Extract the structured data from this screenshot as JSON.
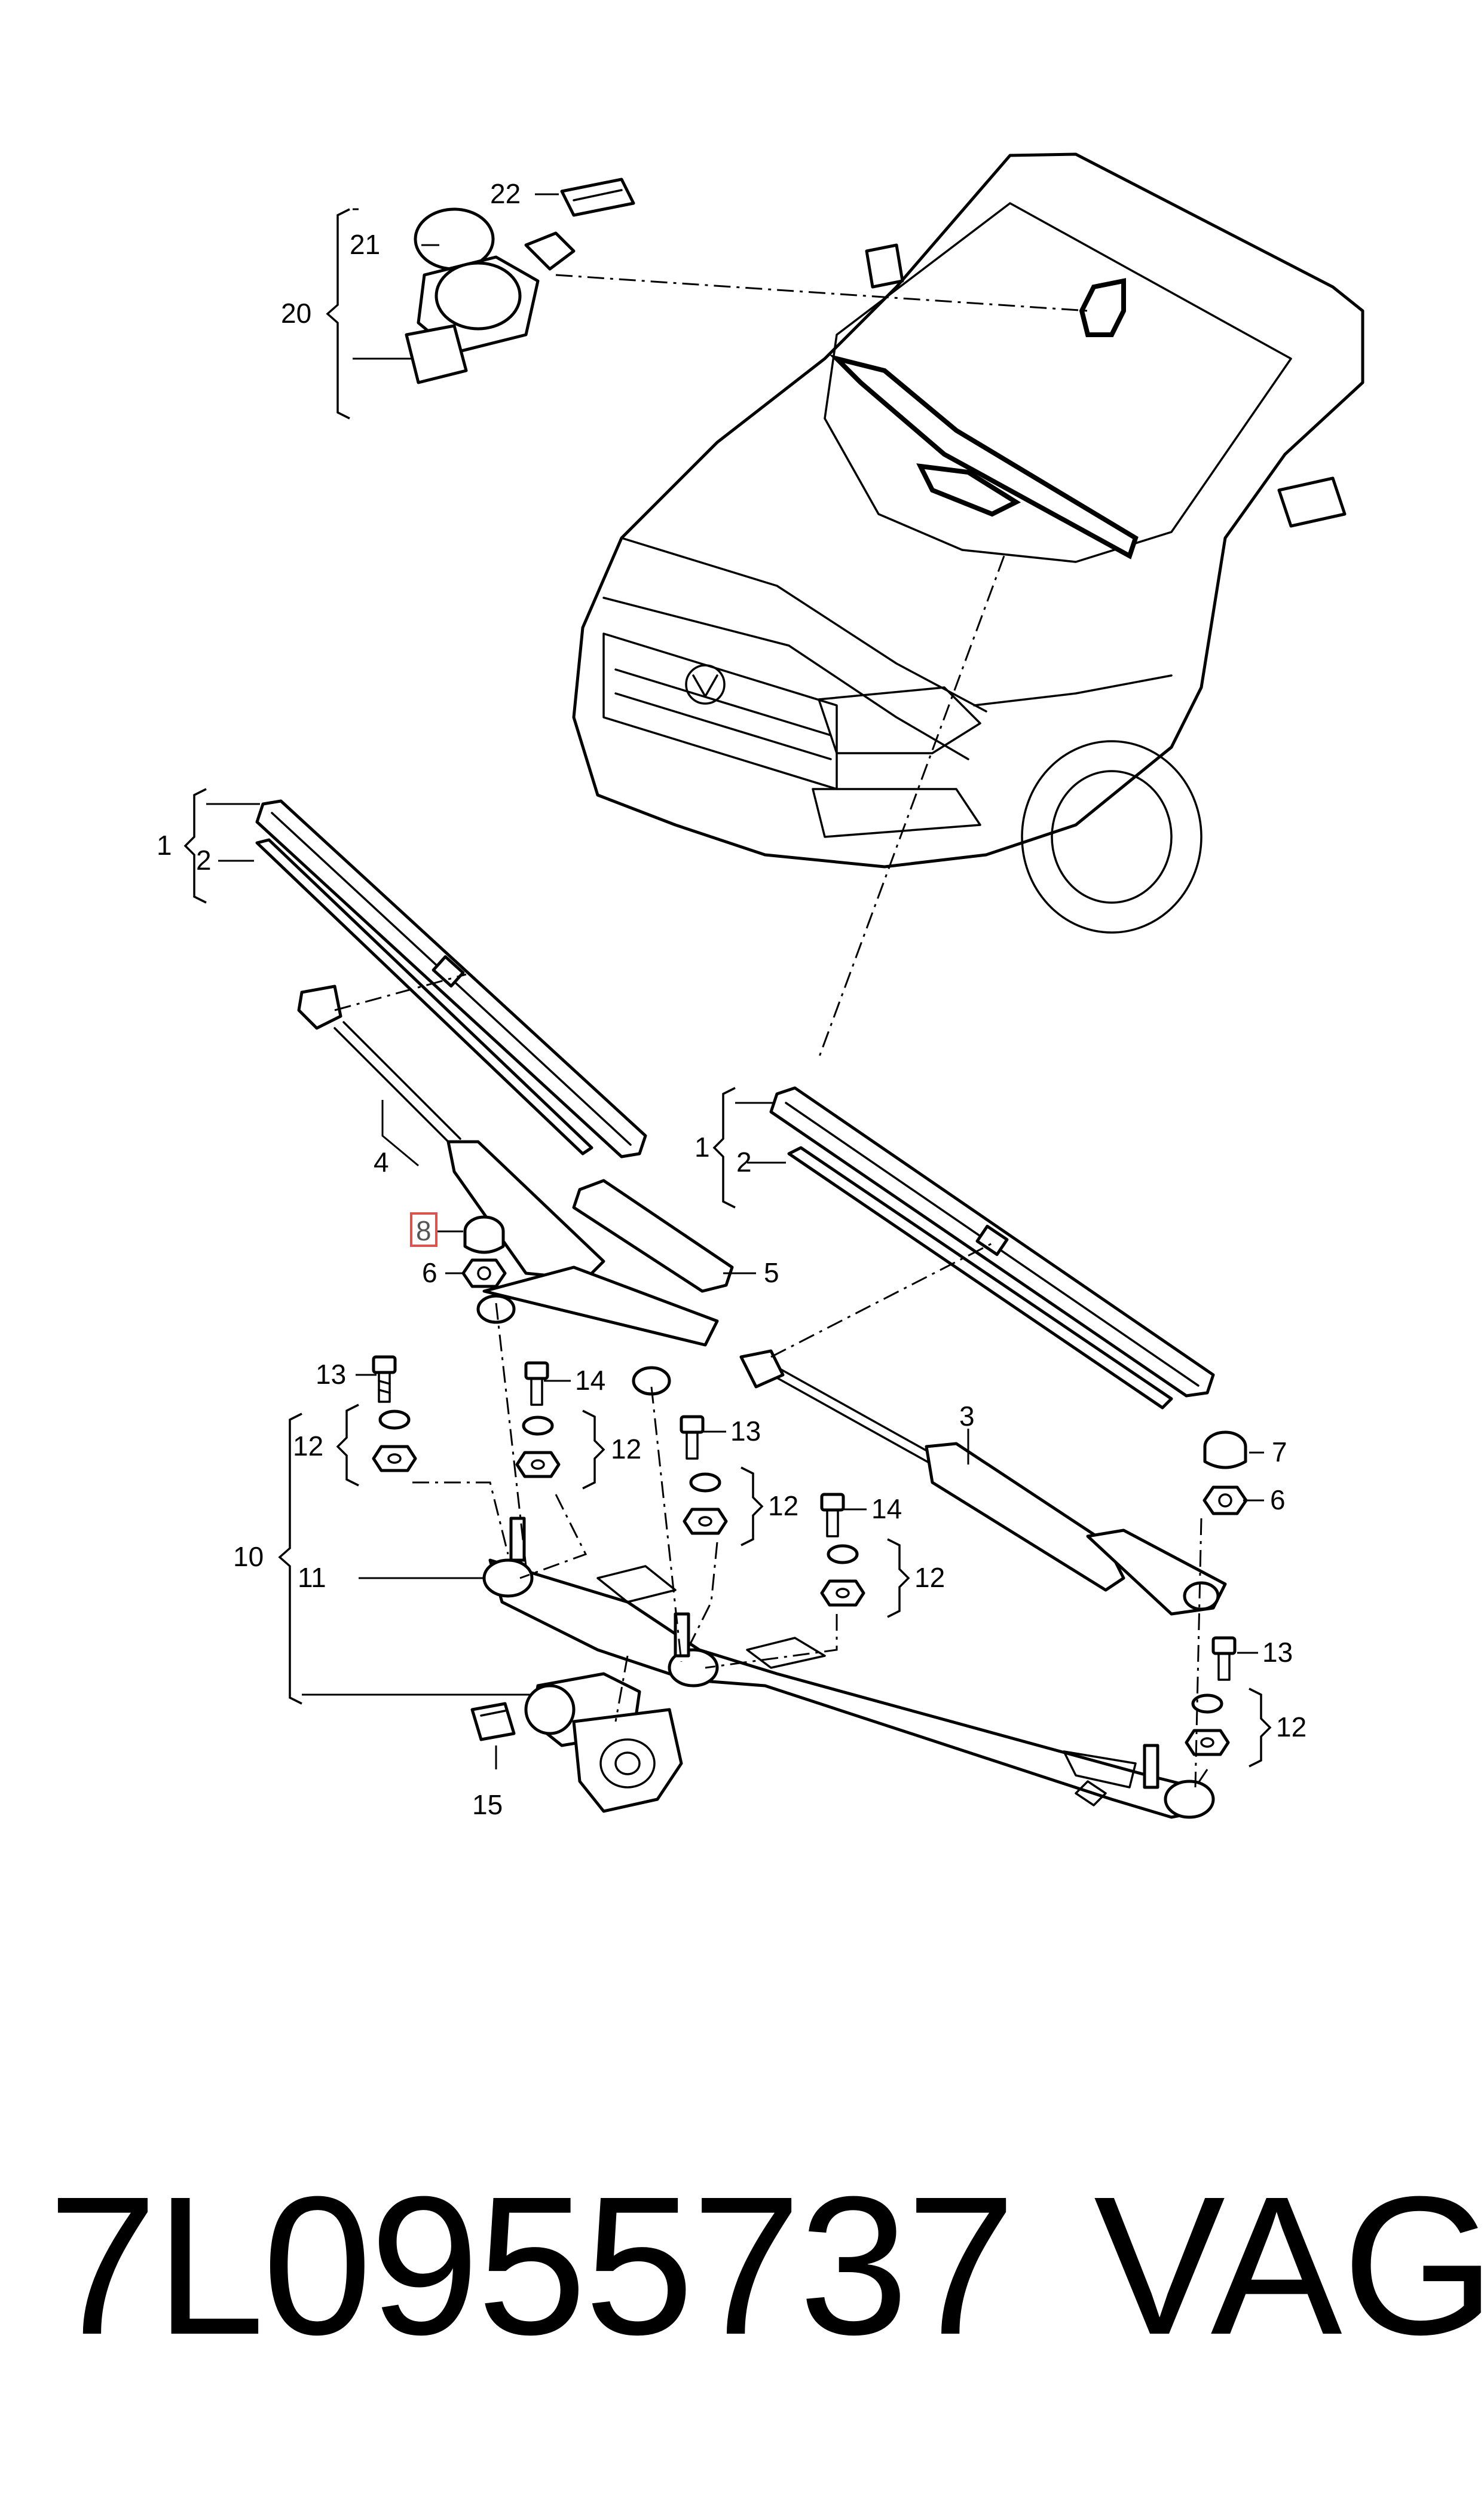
{
  "callouts": {
    "c1a": "1",
    "c2a": "2",
    "c1b": "1",
    "c2b": "2",
    "c3": "3",
    "c4": "4",
    "c5": "5",
    "c6a": "6",
    "c6b": "6",
    "c7": "7",
    "c8": "8",
    "c10": "10",
    "c11": "11",
    "c12a": "12",
    "c12b": "12",
    "c12c": "12",
    "c12d": "12",
    "c12e": "12",
    "c13a": "13",
    "c13b": "13",
    "c13c": "13",
    "c14a": "14",
    "c14b": "14",
    "c15": "15",
    "c20": "20",
    "c21": "21",
    "c22": "22"
  },
  "caption": {
    "part_number": "7L0955737",
    "brand": "VAG"
  },
  "highlight_color": "#d9534f",
  "icons": [
    "rain-sensor",
    "vehicle-front",
    "wiper-blade",
    "wiper-arm",
    "wiper-linkage",
    "wiper-motor",
    "connector",
    "bolt",
    "nut",
    "cap"
  ]
}
